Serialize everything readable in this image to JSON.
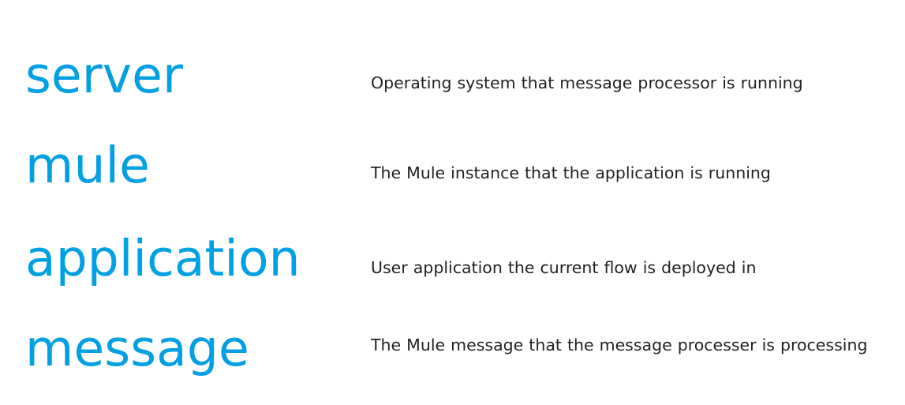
{
  "page": {
    "background_color": "#ffffff",
    "term_color": "#00a0e3",
    "description_color": "#231f20"
  },
  "glossary": {
    "entries": [
      {
        "term": "server",
        "description": "Operating system that message processor is running"
      },
      {
        "term": "mule",
        "description": "The Mule instance that the application is running"
      },
      {
        "term": "application",
        "description": "User application the current flow is deployed in"
      },
      {
        "term": "message",
        "description": "The Mule message that the message processer is processing"
      }
    ]
  }
}
